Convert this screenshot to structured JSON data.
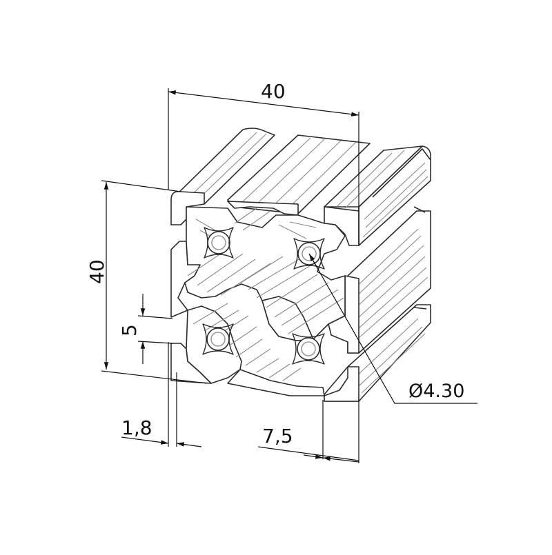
{
  "dimensions": {
    "width_top": "40",
    "height_left": "40",
    "slot_opening": "5",
    "wall_thickness": "1,8",
    "slot_offset": "7,5",
    "core_hole": "Ø4.30"
  },
  "colors": {
    "outline": "#2b2b2b",
    "fill": "#ffffff",
    "shade": "#9a9a9a",
    "dimension_line": "#111111"
  }
}
